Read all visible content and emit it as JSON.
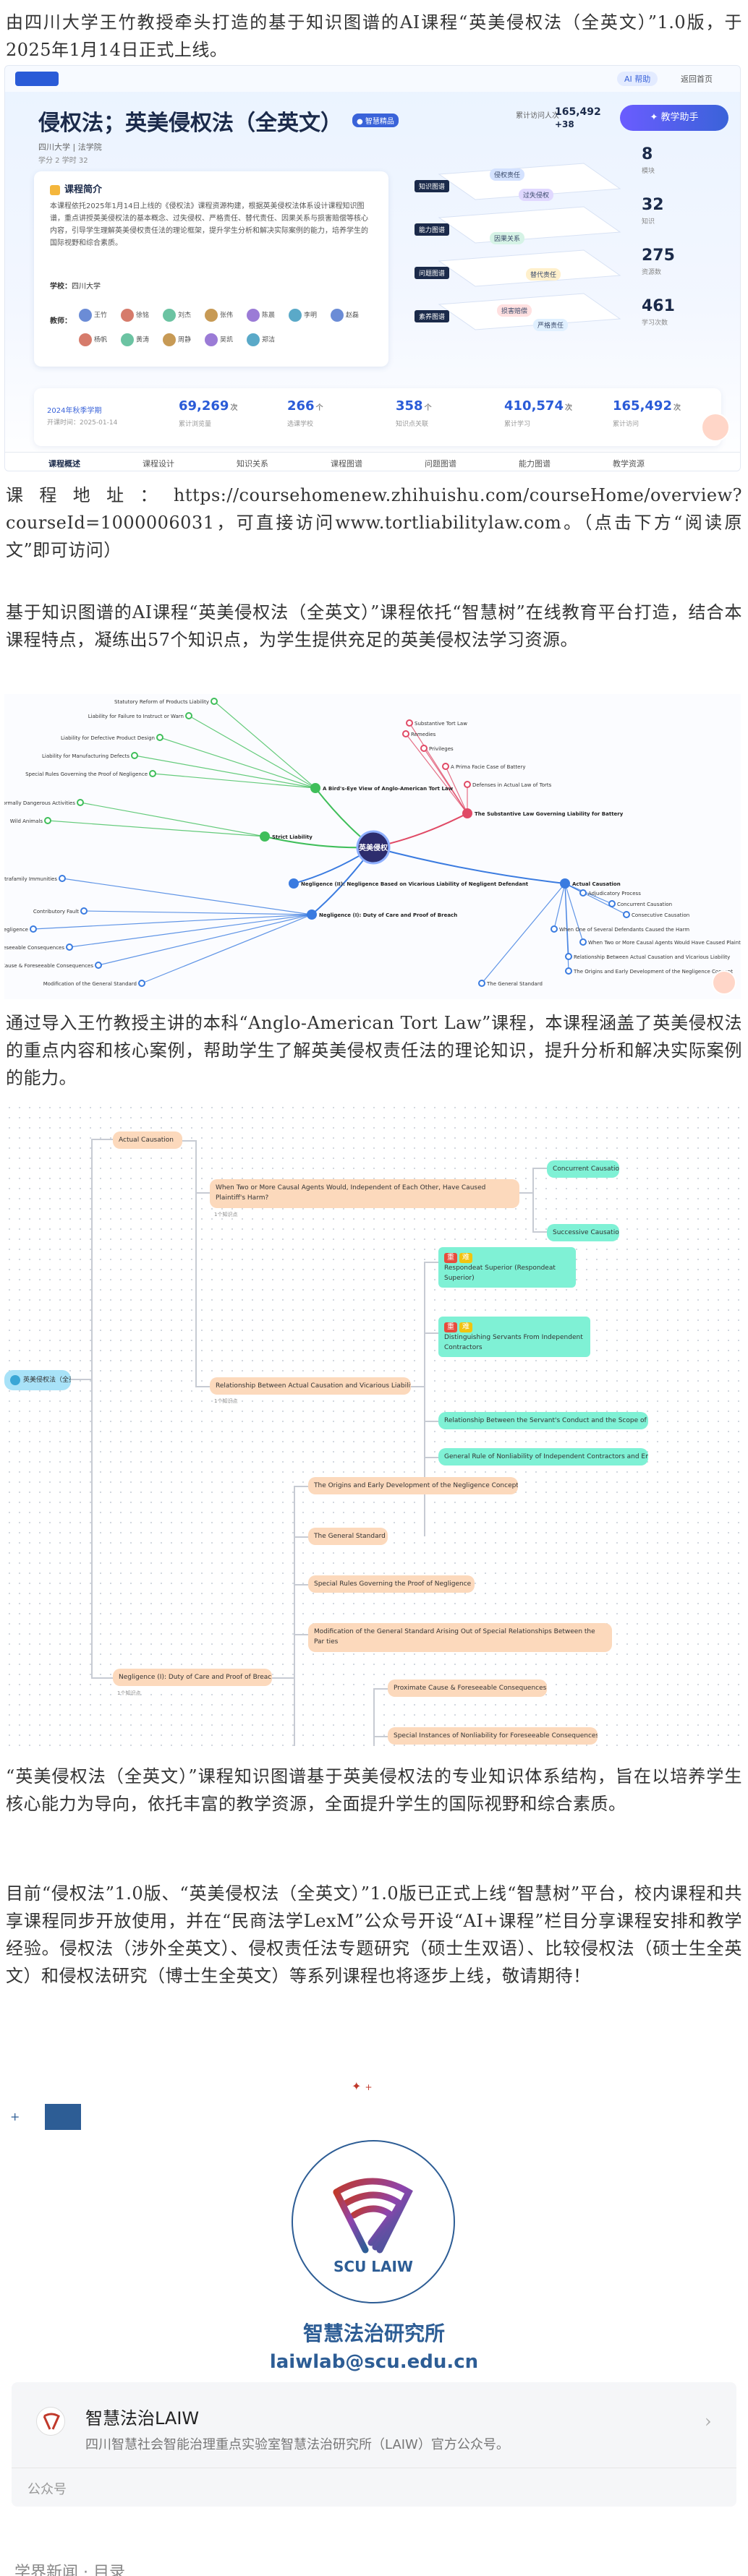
{
  "article": {
    "p1": "由四川大学王竹教授牵头打造的基于知识图谱的AI课程“英美侵权法（全英文）”1.0版，于2025年1月14日正式上线。",
    "p2": "课程地址：https://coursehomenew.zhihuishu.com/courseHome/overview?courseId=1000006031，可直接访问www.tortliabilitylaw.com。（点击下方“阅读原文”即可访问）",
    "p3": "基于知识图谱的AI课程“英美侵权法（全英文）”课程依托“智慧树”在线教育平台打造，结合本课程特点，凝练出57个知识点，为学生提供充足的英美侵权法学习资源。",
    "p4": "通过导入王竹教授主讲的本科“Anglo-American Tort Law”课程，本课程涵盖了英美侵权法的重点内容和核心案例，帮助学生了解英美侵权责任法的理论知识，提升分析和解决实际案例的能力。",
    "p5": "“英美侵权法（全英文）”课程知识图谱基于英美侵权法的专业知识体系结构，旨在以培养学生核心能力为导向，依托丰富的教学资源，全面提升学生的国际视野和综合素质。",
    "p6": "目前“侵权法”1.0版、“英美侵权法（全英文）”1.0版已正式上线“智慧树”平台，校内课程和共享课程同步开放使用，并在“民商法学LexM”公众号开设“AI+课程”栏目分享课程安排和教学经验。侵权法（涉外全英文）、侵权责任法专题研究（硕士生双语）、比较侵权法（硕士生全英文）和侵权法研究（博士生全英文）等系列课程也将逐步上线，敬请期待！"
  },
  "shot1": {
    "course_title": "侵权法；英美侵权法（全英文）",
    "tag": "● 智慧精品",
    "school": "四川大学 | 法学院",
    "sub_meta": "学分 2    学时 32",
    "top_badge": "AI 帮助",
    "top_link": "返回首页",
    "views_label": "累计访问人次",
    "views": "165,492",
    "views_delta": "+38",
    "ai_button": "教学助手",
    "intro_title": "课程简介",
    "intro_text": "本课程依托2025年1月14日上线的《侵权法》课程资源构建，根据英美侵权法体系设计课程知识图谱，重点讲授英美侵权法的基本概念、过失侵权、严格责任、替代责任、因果关系与损害赔偿等核心内容，引导学生理解英美侵权责任法的理论框架，提升学生分析和解决实际案例的能力，培养学生的国际视野和综合素质。",
    "dept_label": "学校：",
    "dept": "四川大学",
    "teachers_label": "教师：",
    "teachers": [
      "王竹",
      "徐铭",
      "刘杰",
      "张伟",
      "陈晨",
      "李明",
      "赵磊",
      "杨帆",
      "黄涛",
      "周静",
      "吴凯",
      "郑洁"
    ],
    "map_chips": [
      "知识图谱",
      "能力图谱",
      "问题图谱",
      "素养图谱"
    ],
    "map_tags": [
      "侵权责任",
      "过失侵权",
      "因果关系",
      "替代责任",
      "损害赔偿",
      "严格责任"
    ],
    "stats_right": [
      {
        "value": "8",
        "label": "模块"
      },
      {
        "value": "32",
        "label": "知识"
      },
      {
        "value": "275",
        "label": "资源数"
      },
      {
        "value": "461",
        "label": "学习次数"
      }
    ],
    "date_label": "2024年秋季学期",
    "date_sub": "开课时间：2025-01-14",
    "stats_bottom": [
      {
        "value": "69,269",
        "unit": "次",
        "label": "累计浏览量"
      },
      {
        "value": "266",
        "unit": "个",
        "label": "选课学校"
      },
      {
        "value": "358",
        "unit": "个",
        "label": "知识点关联"
      },
      {
        "value": "410,574",
        "unit": "次",
        "label": "累计学习"
      },
      {
        "value": "165,492",
        "unit": "次",
        "label": "累计访问"
      }
    ],
    "tabs": [
      "课程概述",
      "课程设计",
      "知识关系",
      "课程图谱",
      "问题图谱",
      "能力图谱",
      "教学资源"
    ]
  },
  "shot2": {
    "center": "英美侵权",
    "branches": [
      "A Bird's-Eye View of Anglo-American Tort Law",
      "The Substantive Law Governing Liability for Battery",
      "Actual Causation",
      "Negligence (I): Duty of Care and Proof of Breach",
      "Negligence (II): Negligence Based on Vicarious Liability of Negligent Defendant",
      "Strict Liability"
    ],
    "leaves": [
      "Statutory Reform of Products Liability",
      "Liability for Failure to Instruct or Warn",
      "Liability for Defective Product Design",
      "Liability for Manufacturing Defects",
      "Abnormally Dangerous Activities",
      "Wild Animals",
      "Intrafamily Immunities",
      "Contributory Fault",
      "Special Instances of Negligence",
      "Foreseeable Consequences",
      "Proximate Cause & Foreseeable Consequences",
      "Modification of the General Standard",
      "Special Rules Governing the Proof of Negligence",
      "The General Standard",
      "The Origins and Early Development of the Negligence Concept",
      "Relationship Between Actual Causation and Vicarious Liability",
      "When Two or More Causal Agents Would Have Caused Plaintiff's Harm?",
      "When One of Several Defendants Caused the Harm",
      "Consecutive Causation",
      "Concurrent Causation",
      "Adjudicatory Process",
      "Substantive Tort Law",
      "Remedies",
      "Privileges",
      "A Prima Facie Case of Battery",
      "Defenses in Actual Law of Torts"
    ]
  },
  "shot3": {
    "root": "英美侵权法（全英文）",
    "actual": "Actual Causation",
    "when": "When Two or More Causal Agents Would, Independent of Each Other, Have Caused Plaintiff's Harm?",
    "concurrent": "Concurrent Causation",
    "successive": "Successive Causation",
    "relation": "Relationship Between Actual Causation and Vicarious Liability",
    "card1": "Respondeat Superior (Respondeat Superior)",
    "card2": "Distinguishing Servants From Independent Contractors",
    "badge1": "重",
    "badge2": "难",
    "g1": "Relationship Between the Servant's Conduct and the Scope of Employment",
    "g2": "General Rule of Nonliability of Independent Contractors and Employers",
    "negl": "Negligence (I): Duty of Care and Proof of Breach",
    "c1": "The Origins and Early Development of the Negligence Concept",
    "c2": "The General Standard",
    "c3": "Special Rules Governing the Proof of Negligence",
    "c4": "Modification of the General Standard Arising Out of Special Relationships Between the Par ties",
    "c5": "Proximate Cause & Foreseeable Consequences",
    "c6": "Special Instances of Nonliability for Foreseeable Consequences",
    "meta": "1个知识点"
  },
  "footer": {
    "institute": "智慧法治研究所",
    "email": "laiwlab@scu.edu.cn",
    "logo_text": "SCU LAIW",
    "account_name": "智慧法治LAIW",
    "account_desc": "四川智慧社会智能治理重点实验室智慧法治研究所（LAIW）官方公众号。",
    "account_type": "公众号",
    "bottom_tab": "学界新闻 · 目录",
    "colors": {
      "brand": "#2d5d95",
      "accent": "#c0392b"
    }
  }
}
